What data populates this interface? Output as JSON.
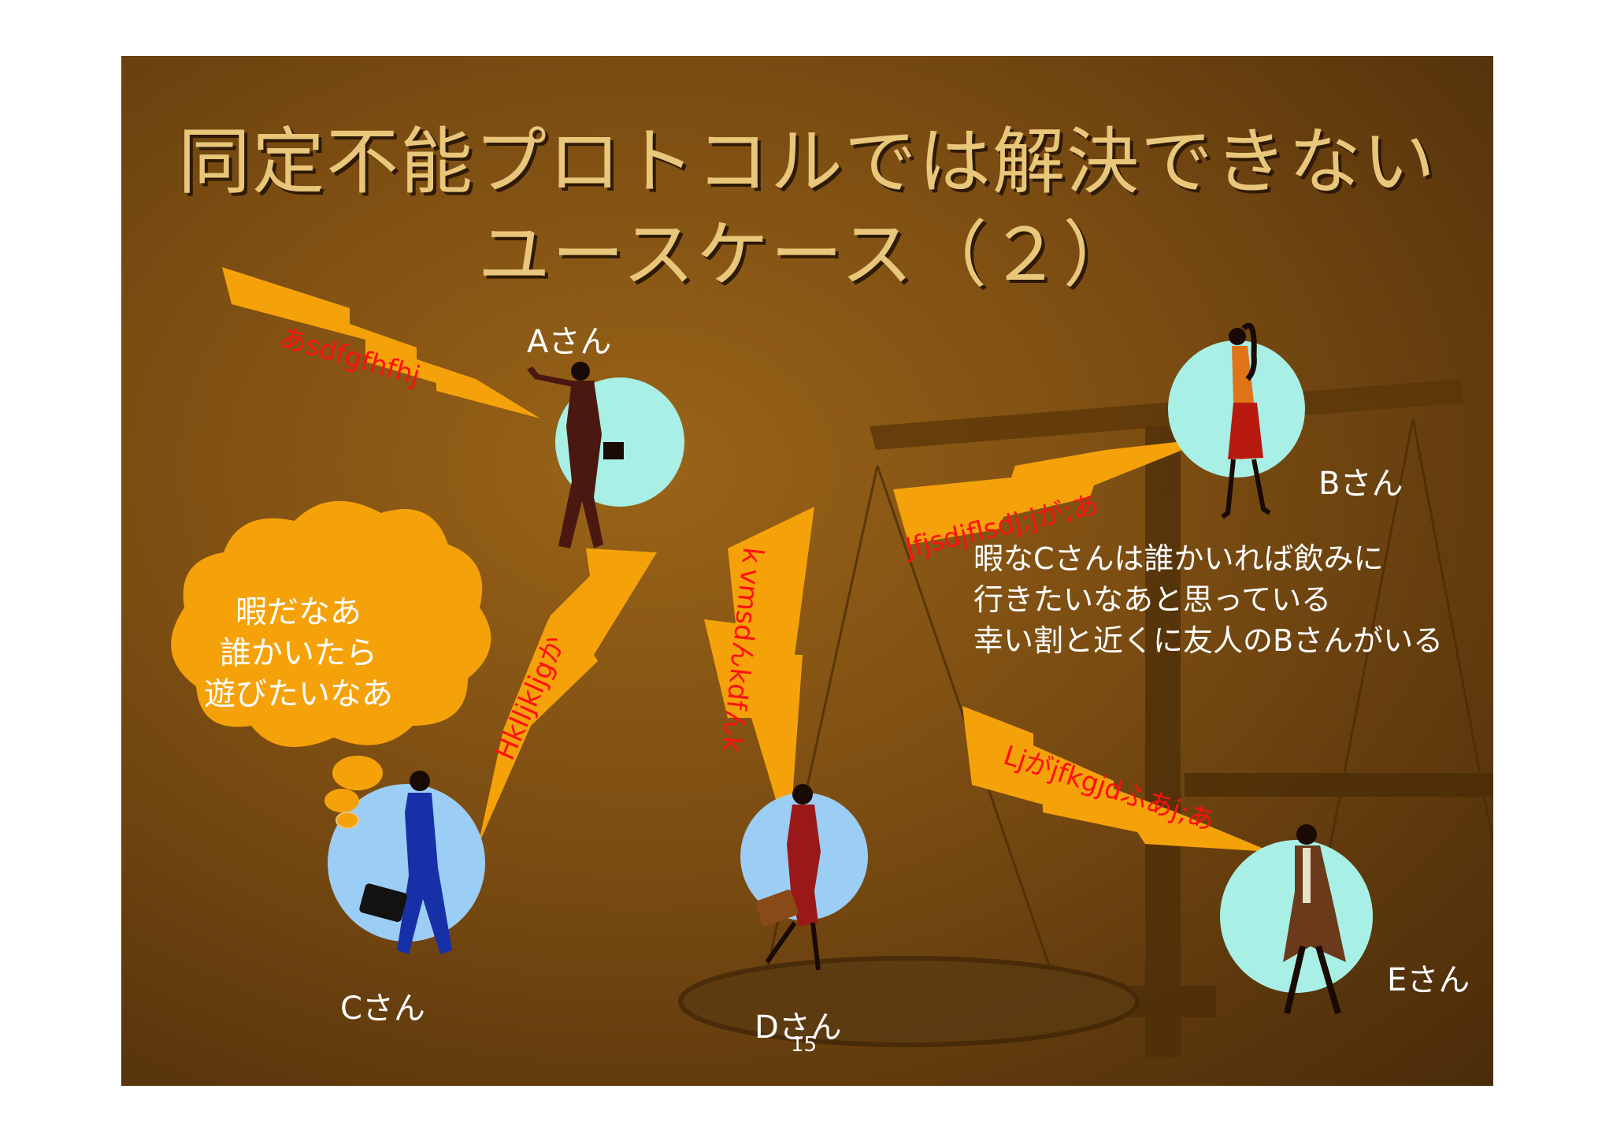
{
  "slide": {
    "title_line1": "同定不能プロトコルでは解決できない",
    "title_line2": "ユースケース（２）",
    "page_number": "15"
  },
  "people": {
    "a": "Aさん",
    "b": "Bさん",
    "c": "Cさん",
    "d": "Dさん",
    "e": "Eさん"
  },
  "bolts": {
    "a": "あsdfgfhfhj",
    "b": "Jfjsdjflsdj;jが;あ",
    "c": "Hklljkljgか",
    "d": "ｋvmsdんkdfんk",
    "e": "Ljがjfkgjdふあj;あ"
  },
  "thought_bubble": [
    "暇だなあ",
    "誰かいたら",
    "遊びたいなあ"
  ],
  "description": [
    "暇なCさんは誰かいれば飲みに",
    "行きたいなあと思っている",
    "幸い割と近くに友人のBさんがいる"
  ],
  "colors": {
    "background": "#6e4510",
    "title_text": "#e8c67a",
    "bolt_fill": "#f5a20a",
    "bolt_text": "#ff1010",
    "circle_light": "#a8f0e6",
    "circle_blue": "#9ccdf5"
  }
}
